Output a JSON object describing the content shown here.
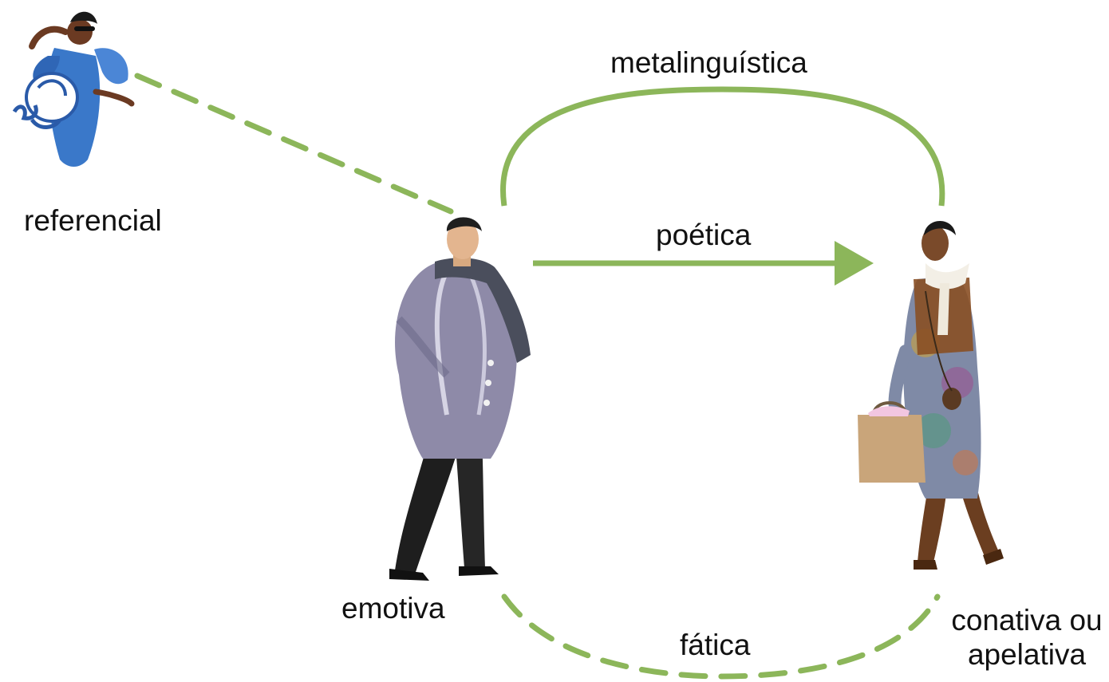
{
  "labels": {
    "referencial": "referencial",
    "metalinguistica": "metalinguística",
    "poetica": "poética",
    "emotiva": "emotiva",
    "fatica": "fática",
    "conativa_line1": "conativa ou",
    "conativa_line2": "apelativa"
  },
  "colors": {
    "arrow_green": "#8cb65a",
    "text": "#111111"
  },
  "figures": [
    "woman-with-hat-figure",
    "man-in-coat-figure",
    "woman-with-bag-figure"
  ]
}
